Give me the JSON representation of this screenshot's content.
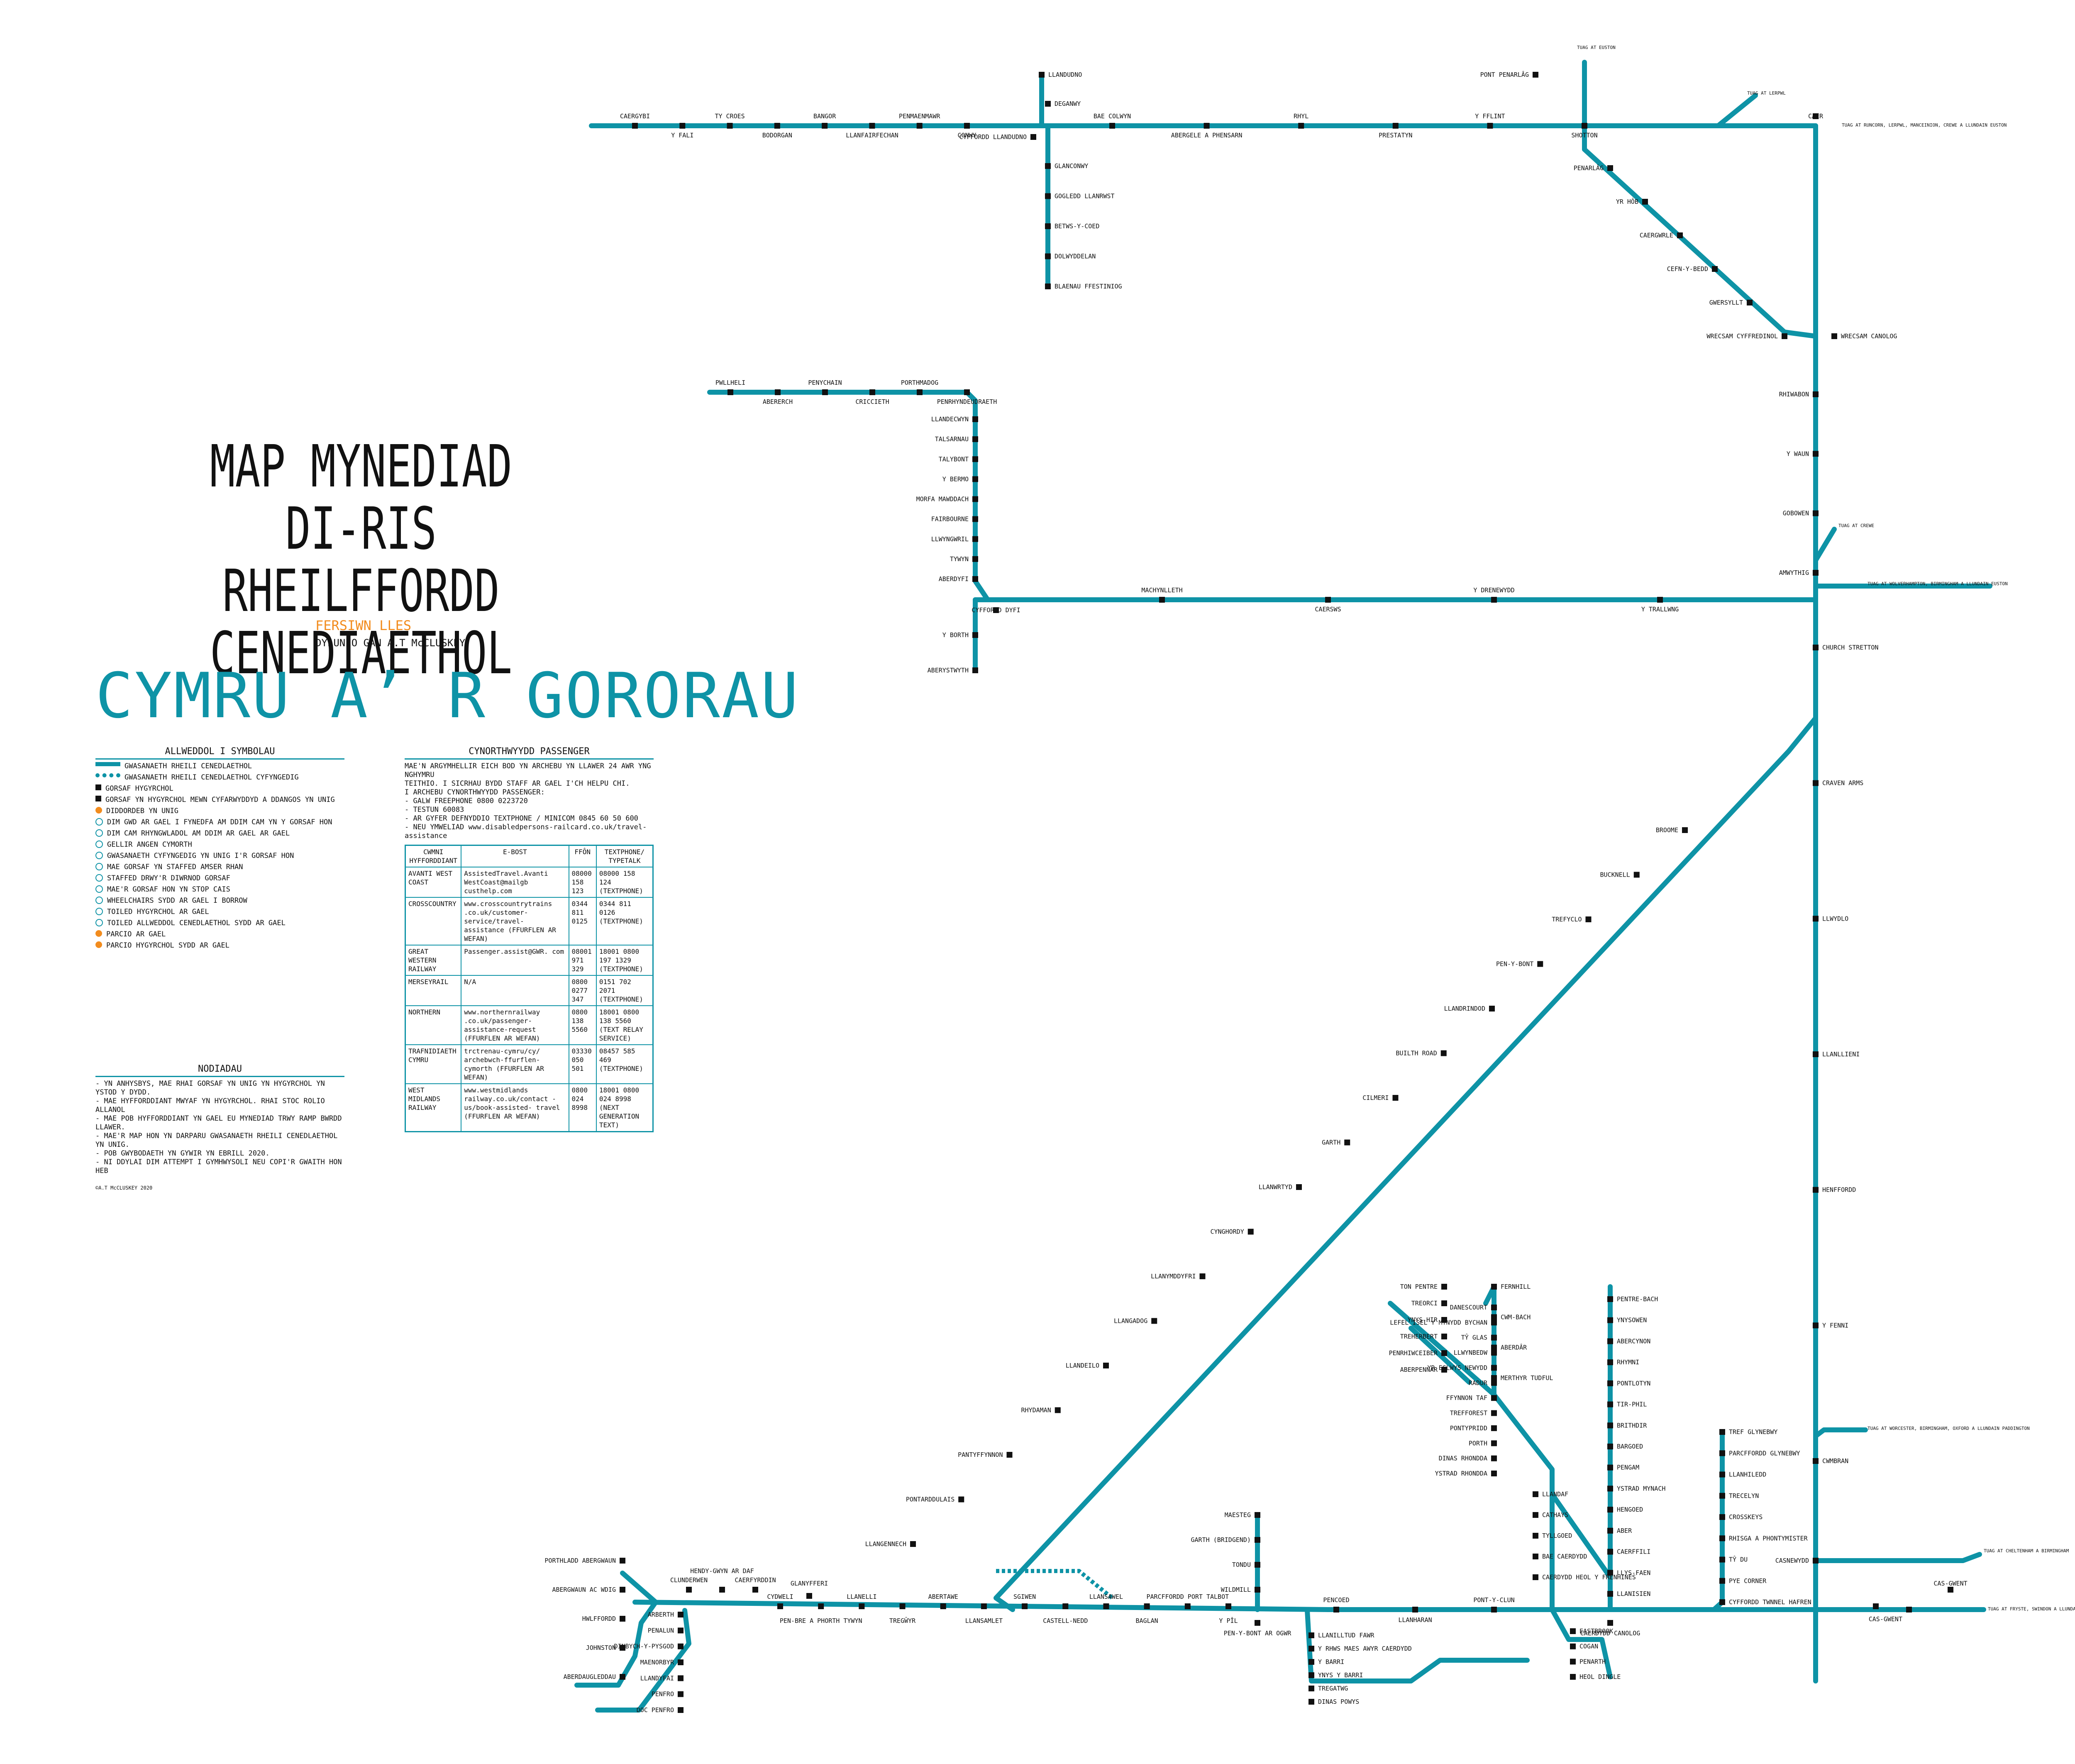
{
  "title": [
    "MAP MYNEDIAD",
    "DI-RIS RHEILFFORDD",
    "CENEDIAETHOL"
  ],
  "version": "FERSIWN LLES",
  "designer": "DYLUNIO GAN A.T McCLUSKEY",
  "region": "CYMRU A’ R GORORAU",
  "colors": {
    "line": "#0e93a6",
    "accent": "#f28c1e",
    "text": "#111111"
  },
  "key": {
    "heading": "ALLWEDDOL I SYMBOLAU",
    "items": [
      "GWASANAETH RHEILI CENEDLAETHOL",
      "GWASANAETH RHEILI CENEDLAETHOL CYFYNGEDIG",
      "GORSAF HYGYRCHOL",
      "GORSAF YN HYGYRCHOL MEWN CYFARWYDDYD A DDANGOS YN UNIG",
      "DIDDORDEB YN UNIG",
      "DIM GWD AR GAEL I FYNEDFA AM DDIM CAM YN Y GORSAF HON",
      "DIM CAM RHYNGWLADOL AM DDIM AR GAEL AR GAEL",
      "GELLIR ANGEN CYMORTH",
      "GWASANAETH CYFYNGEDIG YN UNIG I'R GORSAF HON",
      "MAE GORSAF YN STAFFED AMSER RHAN",
      "STAFFED DRWY'R DIWRNOD GORSAF",
      "MAE'R GORSAF HON YN STOP CAIS",
      "WHEELCHAIRS SYDD AR GAEL I BORROW",
      "TOILED HYGYRCHOL AR GAEL",
      "TOILED ALLWEDDOL CENEDLAETHOL SYDD AR GAEL",
      "PARCIO AR GAEL",
      "PARCIO HYGYRCHOL SYDD AR GAEL"
    ]
  },
  "notes": {
    "heading": "NODIADAU",
    "lines": [
      "- YN ANHYSBYS, MAE RHAI GORSAF YN UNIG YN HYGYRCHOL YN YSTOD Y DYDD.",
      "- MAE HYFFORDDIANT MWYAF YN HYGYRCHOL. RHAI STOC ROLIO ALLANOL",
      "- MAE POB HYFFORDDIANT YN GAEL EU MYNEDIAD TRWY RAMP BWRDD LLAWER.",
      "- MAE'R MAP HON YN DARPARU GWASANAETH RHEILI CENEDLAETHOL YN UNIG.",
      "- POB GWYBODAETH YN GYWIR YN EBRILL 2020.",
      "- NI DDYLAI DIM ATTEMPT I GYMHWYSOLI NEU COPI'R GWAITH HON HEB"
    ],
    "footer": "©A.T McCLUSKEY 2020"
  },
  "assistance": {
    "heading": "CYNORTHWYYDD PASSENGER",
    "intro": [
      "MAE'N ARGYMHELLIR EICH BOD YN ARCHEBU YN LLAWER 24 AWR YNG NGHYMRU",
      "TEITHIO. I SICRHAU BYDD STAFF AR GAEL I'CH HELPU CHI.",
      "I ARCHEBU CYNORTHWYYDD PASSENGER:",
      "- GALW FREEPHONE 0800 0223720",
      "- TESTUN 60083",
      "- AR GYFER DEFNYDDIO TEXTPHONE / MINICOM 0845 60 50 600",
      "- NEU YMWELIAD www.disabledpersons-railcard.co.uk/travel-assistance"
    ],
    "columns": [
      "CWMNI HYFFORDDIANT",
      "E-BOST",
      "FFÔN",
      "TEXTPHONE/ TYPETALK"
    ],
    "rows": [
      [
        "AVANTI WEST COAST",
        "AssistedTravel.Avanti WestCoast@mailgb custhelp.com",
        "08000 158 123",
        "08000 158 124 (TEXTPHONE)"
      ],
      [
        "CROSSCOUNTRY",
        "www.crosscountrytrains .co.uk/customer- service/travel- assistance (FFURFLEN AR WEFAN)",
        "0344 811 0125",
        "0344 811 0126 (TEXTPHONE)"
      ],
      [
        "GREAT WESTERN RAILWAY",
        "Passenger.assist@GWR. com",
        "08001 971 329",
        "18001 0800 197 1329 (TEXTPHONE)"
      ],
      [
        "MERSEYRAIL",
        "N/A",
        "0800 0277 347",
        "0151 702 2071 (TEXTPHONE)"
      ],
      [
        "NORTHERN",
        "www.northernrailway .co.uk/passenger- assistance-request (FFURFLEN AR WEFAN)",
        "0800 138 5560",
        "18001 0800 138 5560 (TEXT RELAY SERVICE)"
      ],
      [
        "TRAFNIDIAETH CYMRU",
        "trctrenau-cymru/cy/ archebwch-ffurflen- cymorth (FFURFLEN AR WEFAN)",
        "03330 050 501",
        "08457 585 469 (TEXTPHONE)"
      ],
      [
        "WEST MIDLANDS RAILWAY",
        "www.westmidlands railway.co.uk/contact -us/book-assisted- travel (FFURFLEN AR WEFAN)",
        "0800 024 8998",
        "18001 0800 024 8998 (NEXT GENERATION TEXT)"
      ]
    ]
  },
  "stations": {
    "north": [
      "CAERGYBI",
      "Y FALI",
      "TY CROES",
      "BODORGAN",
      "BANGOR",
      "LLANFAIRFECHAN",
      "PENMAENMAWR",
      "CONWY",
      "LLANDUDNO",
      "DEGANWY",
      "CYFFORDD LLANDUDNO",
      "BAE COLWYN",
      "ABERGELE A PHENSARN",
      "RHYL",
      "PRESTATYN",
      "Y FFLINT",
      "SHOTTON",
      "PONT PENARLÂG",
      "CAER",
      "GLANCONWY",
      "GOGLEDD LLANRWST",
      "BETWS-Y-COED",
      "DOLWYDDELAN",
      "BLAENAU FFESTINIOG"
    ],
    "marches": [
      "PENARLÂG",
      "YR HÔB",
      "CAERGWRLE",
      "CEFN-Y-BEDD",
      "GWERSYLLT",
      "WRECSAM CYFFREDINOL",
      "WRECSAM CANOLOG",
      "RHIWABON",
      "Y WAUN",
      "GOBOWEN",
      "AMWYTHIG",
      "CHURCH STRETTON",
      "CRAVEN ARMS",
      "LLWYDLO",
      "LLANLLIENI",
      "HENFFORDD",
      "Y FENNI",
      "CWMBRAN",
      "CASNEWYDD",
      "CAS-GWENT"
    ],
    "cambrian": [
      "PWLLHELI",
      "ABERERCH",
      "PENYCHAIN",
      "CRICCIETH",
      "PORTHMADOG",
      "PENRHYNDEUDRAETH",
      "LLANDECWYN",
      "TALSARNAU",
      "TALYBONT",
      "Y BERMO",
      "MORFA MAWDDACH",
      "FAIRBOURNE",
      "LLWYNGWRIL",
      "TYWYN",
      "ABERDYFI",
      "CYFFORDD DYFI",
      "Y BORTH",
      "ABERYSTWYTH",
      "MACHYNLLETH",
      "CAERSWS",
      "Y DRENEWYDD",
      "Y TRALLWNG"
    ],
    "heart": [
      "BROOME",
      "BUCKNELL",
      "TREFYCLO",
      "PEN-Y-BONT",
      "LLANDRINDOD",
      "BUILTH ROAD",
      "CILMERI",
      "GARTH",
      "LLANWRTYD",
      "CYNGHORDY",
      "LLANYMDDYFRI",
      "LLANGADOG",
      "LLANDEILO",
      "RHYDAMAN",
      "PANTYFFYNNON",
      "PONTARDDULAIS",
      "LLANGENNECH"
    ],
    "south": [
      "PORTHLADD ABERGWAUN",
      "ABERGWAUN AC WDIG",
      "HWLFFORDD",
      "JOHNSTON",
      "ABERDAUGLEDDAU",
      "CLUNDERWEN",
      "HENDY-GWYN AR DAF",
      "CAERFYRDDIN",
      "ARBERTH",
      "PENALUN",
      "DINBYCH-Y-PYSGOD",
      "MAENORBYR",
      "LLANDYFAI",
      "PENFRO",
      "DOC PENFRO",
      "GLANYFFERI",
      "CYDWELI",
      "PEN-BRE A PHORTH TYWYN",
      "LLANELLI",
      "TREGŴYR",
      "ABERTAWE",
      "LLANSAMLET",
      "SGIWEN",
      "CASTELL-NEDD",
      "LLANSAWEL",
      "BAGLAN",
      "PARCFFORDD PORT TALBOT",
      "Y PÎL",
      "MAESTEG",
      "GARTH (BRIDGEND)",
      "TONDU",
      "WILDMILL",
      "PEN-Y-BONT AR OGWR",
      "PENCOED",
      "LLANHARAN",
      "PONT-Y-CLUN",
      "LLANILLTUD FAWR",
      "Y RHWS MAES AWYR CAERDYDD",
      "Y BARRI",
      "YNYS Y BARRI",
      "TREGATWG",
      "DINAS POWYS",
      "EASTBROOK",
      "COGAN",
      "PENARTH",
      "HEOL DINGLE",
      "CAERDYDD CANOLOG",
      "CAERDYDD HEOL Y FRENHINES",
      "BAE CAERDYDD",
      "TYLLGOED",
      "CATHAYS",
      "LLANDAF",
      "DANESCOURT",
      "LEFEL ISEL Y MYNYDD BYCHAN",
      "TŶ GLAS",
      "LLWYNBEDW",
      "YR EGLWYS NEWYDD",
      "RADUR",
      "FFYNNON TAF",
      "TREFFOREST",
      "PONTYPRIDD",
      "PORTH",
      "DINAS RHONDDA",
      "YSTRAD RHONDDA",
      "TON PENTRE",
      "TREORCI",
      "YNYS-HIR",
      "TREHERBERT",
      "PENRHIWCEIBER",
      "ABERPENNAR",
      "FERNHILL",
      "CWM-BACH",
      "ABERDÂR",
      "MERTHYR TUDFUL",
      "PENTRE-BACH",
      "YNYSOWEN",
      "ABERCYNON",
      "RHYMNI",
      "PONTLOTYN",
      "TIR-PHIL",
      "BRITHDIR",
      "BARGOED",
      "PENGAM",
      "YSTRAD MYNACH",
      "HENGOED",
      "ABER",
      "CAERFFILI",
      "LLYS-FAEN",
      "LLANISIEN",
      "TREF GLYNEBWY",
      "PARCFFORDD GLYNEBWY",
      "LLANHILEDD",
      "TRECELYN",
      "CROSSKEYS",
      "RHISGA A PHONTYMISTER",
      "TŶ DU",
      "PYE CORNER",
      "CYFFORDD TWNNEL HAFREN"
    ]
  },
  "directions": {
    "euston": "TUAG AT EUSTON",
    "crewe_liverpool": "TUAG AT RUNCORN, LERPWL, MANCEINION, CREWE A LLUNDAIN EUSTON",
    "lerpwl": "TUAG AT LERPWL",
    "crewe": "TUAG AT CREWE",
    "wolverhampton": "TUAG AT WOLVERHAMPTON, BIRMINGHAM A LLUNDAIN EUSTON",
    "worcester": "TUAG AT WORCESTER, BIRMINGHAM, OXFORD A LLUNDAIN PADDINGTON",
    "cheltenham": "TUAG AT CHELTENHAM A BIRMINGHAM",
    "bristol": "TUAG AT FRYSTE, SWINDON A LLUNDAIN PADDINGTON"
  }
}
